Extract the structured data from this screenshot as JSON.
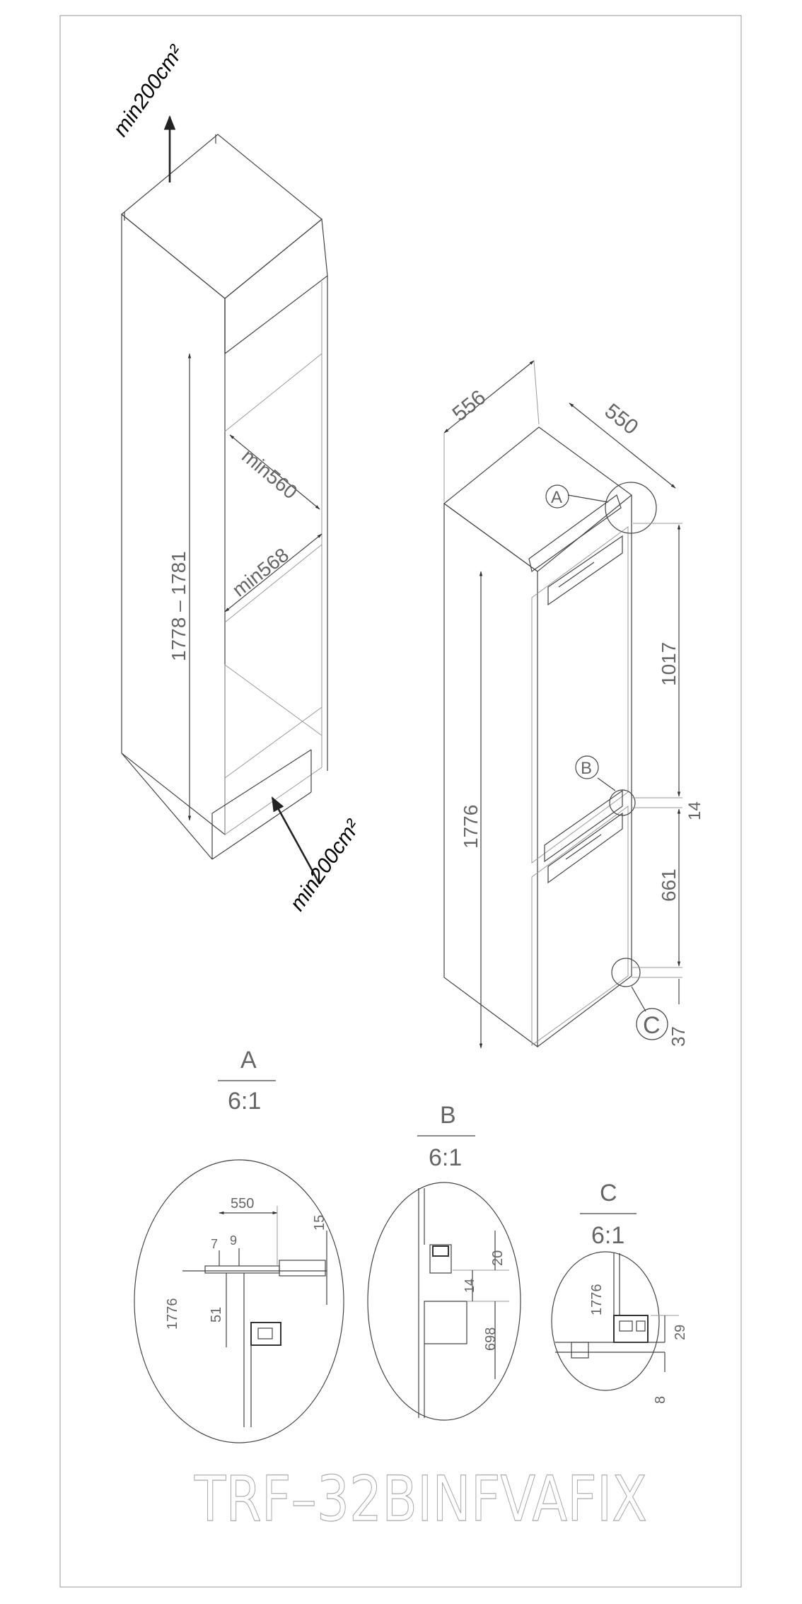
{
  "niche": {
    "vent_top": "min200cm²",
    "vent_bottom": "min200cm²",
    "height_range": "1778 – 1781",
    "depth_min": "min560",
    "width_min": "min568"
  },
  "appliance": {
    "depth": "556",
    "width": "550",
    "height": "1776",
    "upper_height": "1017",
    "gap": "14",
    "lower_height": "661",
    "bottom": "37",
    "callout_a": "A",
    "callout_b": "B",
    "callout_c": "C"
  },
  "detail_a": {
    "letter": "A",
    "scale": "6:1",
    "dim_550": "550",
    "dim_9": "9",
    "dim_7": "7",
    "dim_15": "15",
    "dim_1776": "1776",
    "dim_51": "51"
  },
  "detail_b": {
    "letter": "B",
    "scale": "6:1",
    "dim_20": "20",
    "dim_14": "14",
    "dim_698": "698"
  },
  "detail_c": {
    "letter": "C",
    "scale": "6:1",
    "dim_1776": "1776",
    "dim_29": "29",
    "dim_8": "8"
  },
  "model_code": "TRF–32BINFVAFIX"
}
